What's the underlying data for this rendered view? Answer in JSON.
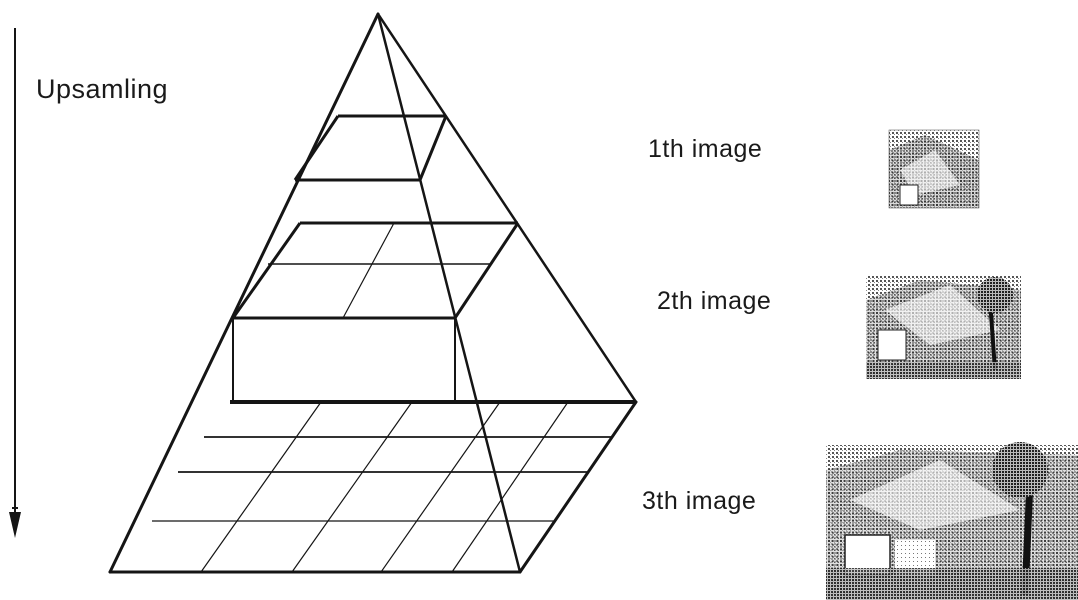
{
  "direction_label": "Upsamling",
  "levels": [
    {
      "label": "1th image"
    },
    {
      "label": "2th image"
    },
    {
      "label": "3th image"
    }
  ],
  "colors": {
    "line": "#151515",
    "text": "#1a1a1a",
    "background": "#ffffff"
  }
}
